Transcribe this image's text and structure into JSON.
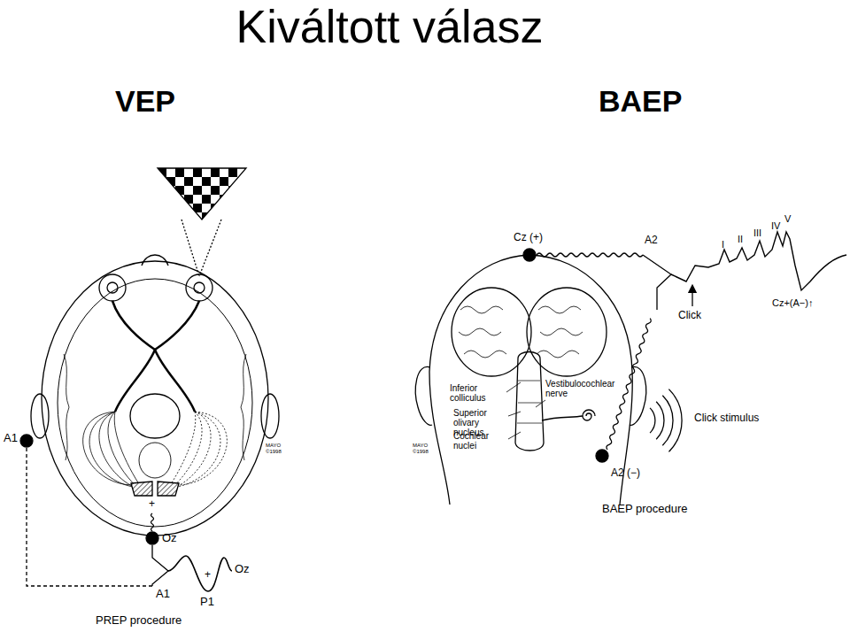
{
  "diagram": {
    "title": "Kiváltott válasz",
    "labels": [
      "VEP",
      "BAEP",
      "A1",
      "Oz",
      "+",
      "A1",
      "+",
      "P1",
      "Oz",
      "PREP procedure",
      "MAYO ©1998",
      "Cz (+)",
      "A2",
      "I",
      "II",
      "III",
      "IV",
      "V",
      "Click",
      "Cz+(A−)↑",
      "Inferior colliculus",
      "Vestibulocochlear nerve",
      "Superior olivary nucleus",
      "Cochlear nuclei",
      "MAYO ©1998",
      "Click stimulus",
      "A2 (−)",
      "BAEP procedure"
    ]
  }
}
